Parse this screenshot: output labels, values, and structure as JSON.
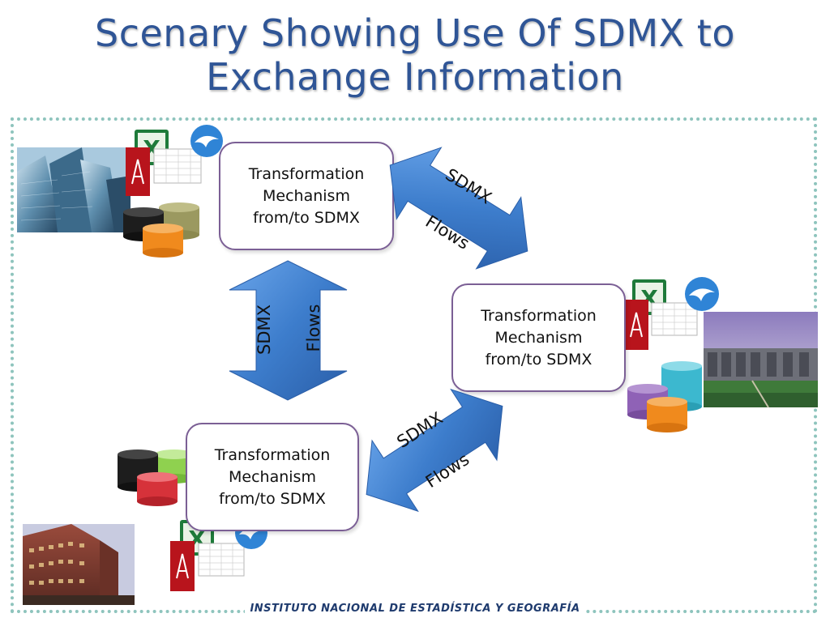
{
  "slide": {
    "title_line1": "Scenary Showing Use Of SDMX to",
    "title_line2": "Exchange Information",
    "footer": "INSTITUTO NACIONAL DE ESTADÍSTICA Y GEOGRAFÍA"
  },
  "boxes": [
    {
      "line1": "Transformation",
      "line2": "Mechanism",
      "line3": "from/to SDMX"
    },
    {
      "line1": "Transformation",
      "line2": "Mechanism",
      "line3": "from/to SDMX"
    },
    {
      "line1": "Transformation",
      "line2": "Mechanism",
      "line3": "from/to SDMX"
    }
  ],
  "arrows": [
    {
      "label_top": "SDMX",
      "label_bottom": "Flows"
    },
    {
      "label_top": "SDMX",
      "label_bottom": "Flows"
    },
    {
      "label_top": "SDMX",
      "label_bottom": "Flows"
    }
  ],
  "colors": {
    "title": "#2f5596",
    "arrow": "#3d7dcc",
    "box_border": "#7b5f95",
    "frame_dots": "#8ec4bd"
  }
}
